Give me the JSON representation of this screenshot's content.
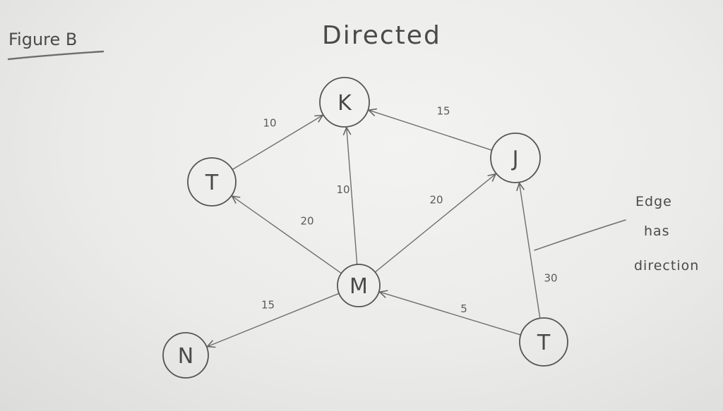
{
  "figure_label": "Figure B",
  "title": "Directed",
  "annotation": [
    "Edge",
    "has",
    "direction"
  ],
  "nodes": [
    {
      "id": "K",
      "label": "K"
    },
    {
      "id": "T1",
      "label": "T"
    },
    {
      "id": "J",
      "label": "J"
    },
    {
      "id": "M",
      "label": "M"
    },
    {
      "id": "N",
      "label": "N"
    },
    {
      "id": "T2",
      "label": "T"
    }
  ],
  "edges": [
    {
      "from": "T1",
      "to": "K",
      "weight": "10"
    },
    {
      "from": "J",
      "to": "K",
      "weight": "15"
    },
    {
      "from": "M",
      "to": "K",
      "weight": "10"
    },
    {
      "from": "M",
      "to": "T1",
      "weight": "20"
    },
    {
      "from": "M",
      "to": "J",
      "weight": "20"
    },
    {
      "from": "M",
      "to": "N",
      "weight": "15"
    },
    {
      "from": "T2",
      "to": "M",
      "weight": "5"
    },
    {
      "from": "T2",
      "to": "J",
      "weight": "30"
    }
  ]
}
